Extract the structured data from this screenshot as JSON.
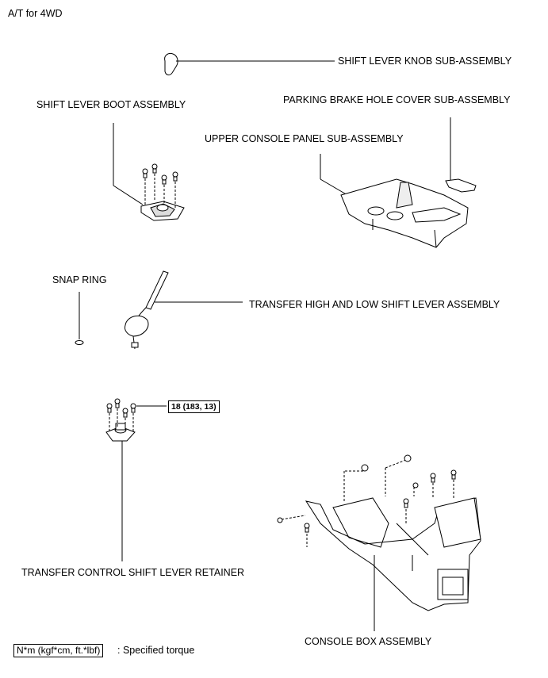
{
  "header": {
    "title": "A/T for 4WD"
  },
  "parts": {
    "knob": "SHIFT LEVER KNOB SUB-ASSEMBLY",
    "boot": "SHIFT LEVER BOOT ASSEMBLY",
    "parking_cover": "PARKING BRAKE HOLE COVER SUB-ASSEMBLY",
    "upper_panel": "UPPER CONSOLE PANEL SUB-ASSEMBLY",
    "snap_ring": "SNAP RING",
    "transfer_lever": "TRANSFER HIGH AND LOW SHIFT LEVER ASSEMBLY",
    "retainer": "TRANSFER CONTROL SHIFT LEVER RETAINER",
    "console_box": "CONSOLE BOX ASSEMBLY"
  },
  "torque": {
    "value": "18 (183, 13)"
  },
  "legend": {
    "unit": "N*m (kgf*cm, ft.*lbf)",
    "description": ": Specified torque"
  }
}
